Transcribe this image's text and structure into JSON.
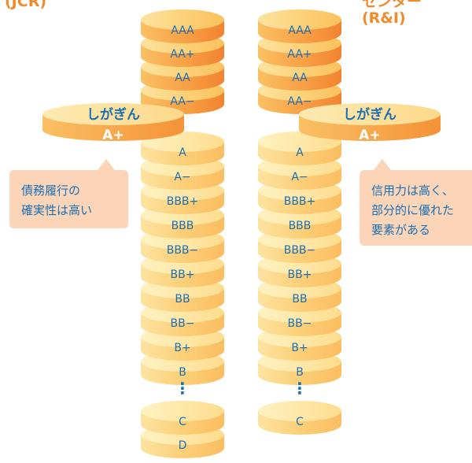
{
  "header": {
    "left_agency": "(JCR)",
    "right_agency_line1": "センター",
    "right_agency_line2": "(R&I)"
  },
  "left_stack": {
    "upper": [
      "AAA",
      "AA+",
      "AA",
      "AA−"
    ],
    "lower": [
      "A",
      "A−",
      "BBB+",
      "BBB",
      "BBB−",
      "BB+",
      "BB",
      "BB−",
      "B+",
      "B"
    ],
    "ellipsis": "⋮",
    "bottom": [
      "C",
      "D"
    ]
  },
  "right_stack": {
    "upper": [
      "AAA",
      "AA+",
      "AA",
      "AA−"
    ],
    "lower": [
      "A",
      "A−",
      "BBB+",
      "BBB",
      "BBB−",
      "BB+",
      "BB",
      "BB−",
      "B+",
      "B"
    ],
    "ellipsis": "⋮",
    "bottom": [
      "C"
    ]
  },
  "left_highlight": {
    "bank": "しがぎん",
    "rating": "A+"
  },
  "right_highlight": {
    "bank": "しがぎん",
    "rating": "A+"
  },
  "left_callout": {
    "lines": [
      "債務履行の",
      "確実性は高い"
    ]
  },
  "right_callout": {
    "lines": [
      "信用力は高く、",
      "部分的に優れた",
      "要素がある"
    ]
  },
  "colors": {
    "coin_top_light": "#fddc85",
    "coin_top_dark": "#fbc15c",
    "coin_side_light": "#fbb858",
    "coin_side_dark": "#f48632",
    "lower_top_light": "#fef0b8",
    "lower_top_dark": "#fddc8a",
    "lower_side": "#fcc66a",
    "ring_top": "#fde7a8",
    "ring_side": "#f7a748",
    "callout_bg": "#fcd5b8",
    "label_blue": "#1a6fb5",
    "header_orange": "#f08a2a"
  }
}
